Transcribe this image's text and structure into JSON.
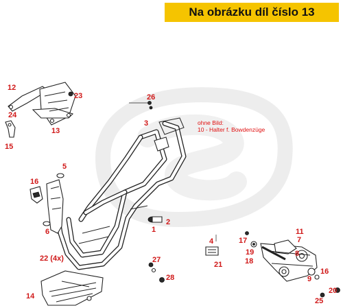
{
  "header": {
    "title": "Na obrázku díl číslo 13"
  },
  "note": {
    "line1": "ohne Bild:",
    "line2": "10 - Halter f. Bowdenzüge"
  },
  "colors": {
    "banner_bg": "#f5c400",
    "label": "#d01818",
    "watermark": "#eeeeee"
  },
  "labels": {
    "p1": "1",
    "p2": "2",
    "p3": "3",
    "p4": "4",
    "p5": "5",
    "p6": "6",
    "p7": "7",
    "p8": "8",
    "p9": "9",
    "p11": "11",
    "p12": "12",
    "p13": "13",
    "p14": "14",
    "p15": "15",
    "p16a": "16",
    "p16b": "16",
    "p17": "17",
    "p18": "18",
    "p19": "19",
    "p20": "20",
    "p21": "21",
    "p22": "22 (4x)",
    "p23": "23",
    "p24": "24",
    "p25": "25",
    "p26": "26",
    "p27": "27",
    "p28": "28"
  }
}
